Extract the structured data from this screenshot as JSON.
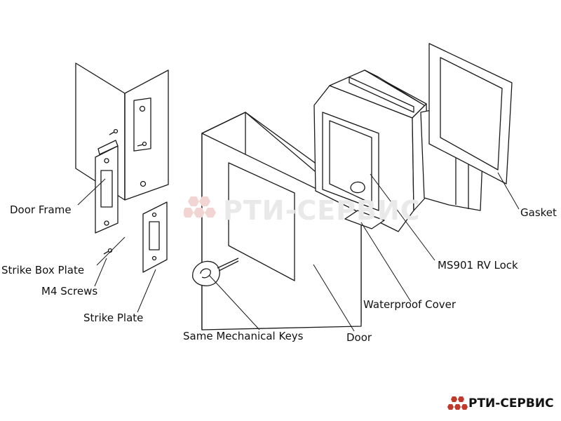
{
  "labels": {
    "door_frame": "Door Frame",
    "strike_box_plate": "Strike Box Plate",
    "m4_screws": "M4 Screws",
    "strike_plate": "Strike Plate",
    "same_mechanical_keys": "Same Mechanical Keys",
    "door": "Door",
    "waterproof_cover": "Waterproof Cover",
    "ms901_rv_lock": "MS901 RV Lock",
    "gasket": "Gasket"
  },
  "watermark": {
    "center_text": "РТИ-СЕРВИС",
    "logo_text": "РТИ-СЕРВИС",
    "logo_color": "#c0392b",
    "center_color": "#f2d5d2"
  },
  "colors": {
    "line": "#1a1a1a",
    "fill": "#ffffff"
  }
}
